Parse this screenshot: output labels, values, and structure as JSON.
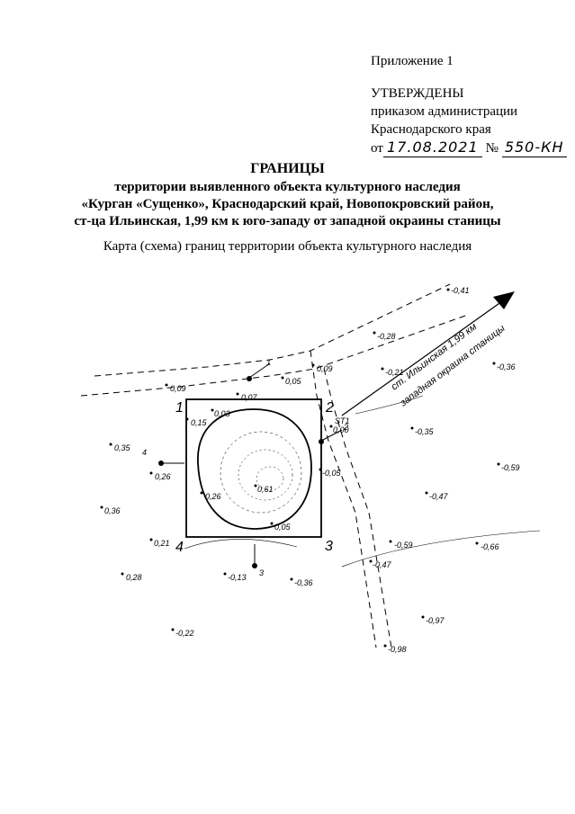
{
  "header": {
    "appendix": "Приложение 1",
    "approved": "УТВЕРЖДЕНЫ",
    "by_order": "приказом администрации",
    "region": "Краснодарского края",
    "from_prefix": "от",
    "date": "17.08.2021",
    "number_sign": "№",
    "number": "550-КН"
  },
  "title": {
    "main": "ГРАНИЦЫ",
    "line1": "территории выявленного объекта культурного наследия",
    "line2": "«Курган «Сущенко», Краснодарский край, Новопокровский район,",
    "line3": "ст-ца Ильинская, 1,99 км к юго-западу от западной окраины станицы"
  },
  "subtitle": "Карта (схема) границ территории объекта культурного наследия",
  "map": {
    "corners": [
      "1",
      "2",
      "3",
      "4"
    ],
    "views": [
      "1",
      "2",
      "3",
      "4"
    ],
    "station": "ST1",
    "road_label_1": "ст. Ильинская 1,99 км",
    "road_label_2": "западная окраина станицы",
    "elevations": [
      {
        "label": "-0,41"
      },
      {
        "label": "-0,28"
      },
      {
        "label": "0,05"
      },
      {
        "label": "0,09"
      },
      {
        "label": "-0,21"
      },
      {
        "label": "-0,36"
      },
      {
        "label": "0,09"
      },
      {
        "label": "0,07"
      },
      {
        "label": "0,03"
      },
      {
        "label": "0,15"
      },
      {
        "label": "0,00"
      },
      {
        "label": "-0,35"
      },
      {
        "label": "0,35"
      },
      {
        "label": "-0,59"
      },
      {
        "label": "0,26"
      },
      {
        "label": "-0,05"
      },
      {
        "label": "0,61"
      },
      {
        "label": "-0,47"
      },
      {
        "label": "0,36"
      },
      {
        "label": "0,26"
      },
      {
        "label": "0,05"
      },
      {
        "label": "0,21"
      },
      {
        "label": "-0,59"
      },
      {
        "label": "-0,66"
      },
      {
        "label": "-0,47"
      },
      {
        "label": "0,28"
      },
      {
        "label": "-0,13"
      },
      {
        "label": "-0,36"
      },
      {
        "label": "-0,97"
      },
      {
        "label": "-0,22"
      },
      {
        "label": "-0,98"
      }
    ]
  }
}
